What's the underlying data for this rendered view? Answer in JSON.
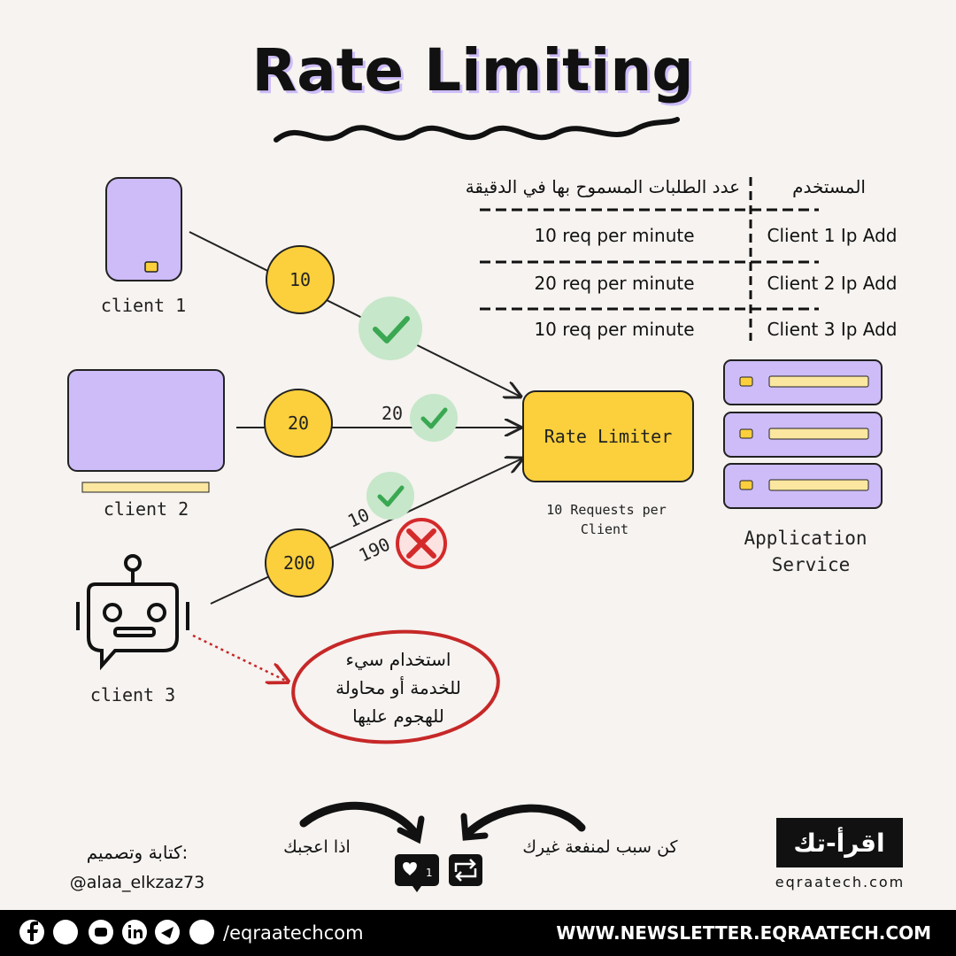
{
  "title": "Rate Limiting",
  "table": {
    "headers": {
      "user": "المستخدم",
      "allowed": "عدد الطلبات المسموح بها في الدقيقة"
    },
    "rows": [
      {
        "client": "Client 1 Ip Add",
        "limit": "10 req per minute"
      },
      {
        "client": "Client 2 Ip Add",
        "limit": "20 req per minute"
      },
      {
        "client": "Client 3 Ip Add",
        "limit": "10 req per minute"
      }
    ]
  },
  "clients": [
    {
      "label": "client 1",
      "requests": "10"
    },
    {
      "label": "client 2",
      "requests": "20",
      "allowed_label": "20"
    },
    {
      "label": "client 3",
      "requests": "200",
      "allowed_label": "10",
      "rejected_label": "190"
    }
  ],
  "rate_limiter": {
    "label": "Rate Limiter",
    "caption_line1": "10 Requests per",
    "caption_line2": "Client"
  },
  "service": {
    "line1": "Application",
    "line2": "Service"
  },
  "abuse_note": {
    "line1": "استخدام سيء",
    "line2": "للخدمة أو محاولة",
    "line3": "للهجوم عليها"
  },
  "footer": {
    "credit_label": "كتابة وتصميم:",
    "credit_handle": "@alaa_elkzaz73",
    "like_prompt": "اذا اعجبك",
    "like_count": "1",
    "share_prompt": "كن سبب لمنفعة غيرك",
    "logo_text": "اقرأ-تك",
    "site": "eqraatech.com",
    "social_handle": "/eqraatechcom",
    "newsletter": "WWW.NEWSLETTER.EQRAATECH.COM"
  },
  "colors": {
    "purple": "#cdbcf8",
    "yellow": "#fcd03c",
    "check_bg": "#c6e7c9",
    "check": "#3aa852",
    "reject": "#d42a2a",
    "dark": "#111111"
  }
}
